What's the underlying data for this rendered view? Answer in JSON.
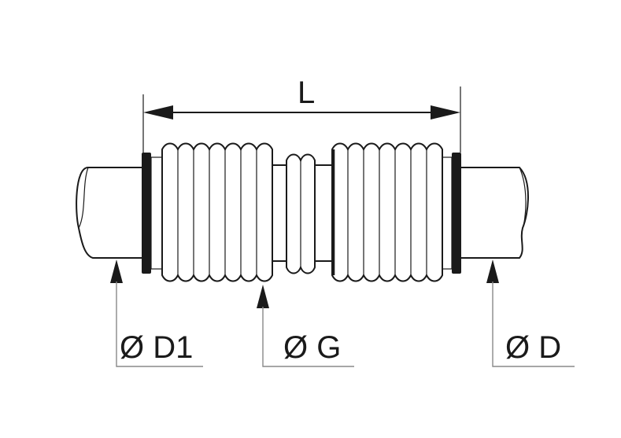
{
  "labels": {
    "length": "L",
    "diameter_d1": "Ø D1",
    "diameter_g": "Ø G",
    "diameter_d": "Ø D"
  },
  "colors": {
    "line": "#1a1a1a",
    "leader": "#888888",
    "background": "#ffffff"
  }
}
